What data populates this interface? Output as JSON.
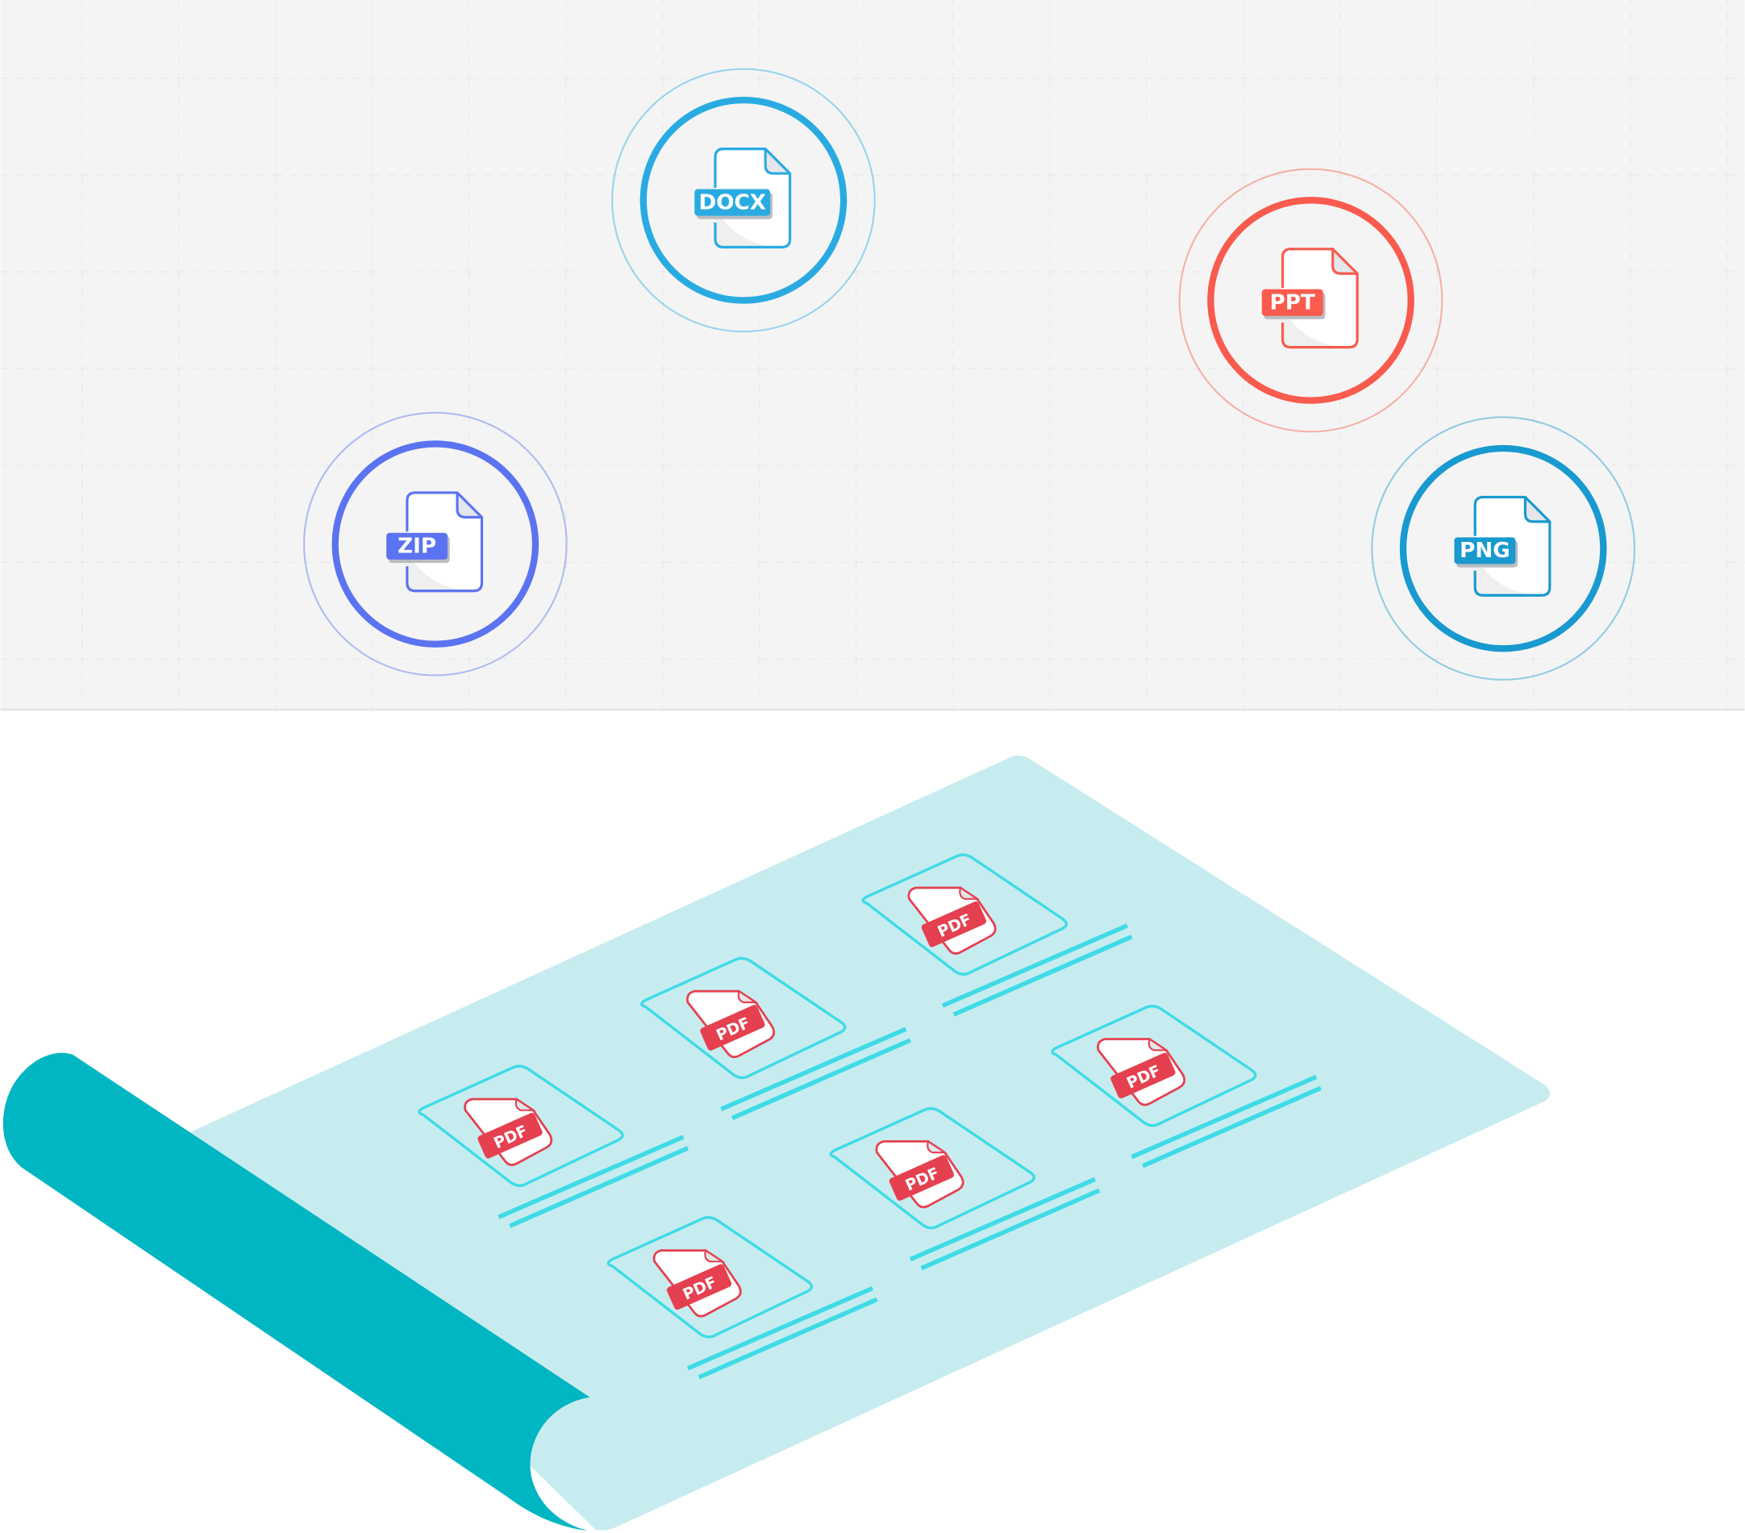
{
  "formats": [
    {
      "id": "docx",
      "label": "DOCX",
      "color": "#29abe2"
    },
    {
      "id": "ppt",
      "label": "PPT",
      "color": "#f95b4e"
    },
    {
      "id": "zip",
      "label": "ZIP",
      "color": "#5b73f0"
    },
    {
      "id": "png",
      "label": "PNG",
      "color": "#1899cf"
    }
  ],
  "pdf_label": "PDF",
  "colors": {
    "sheet": "#c7ecf0",
    "roll": "#00b6c2",
    "card": "#3fdbe6",
    "pdf": "#e5404f",
    "bg": "#f4f4f4"
  }
}
